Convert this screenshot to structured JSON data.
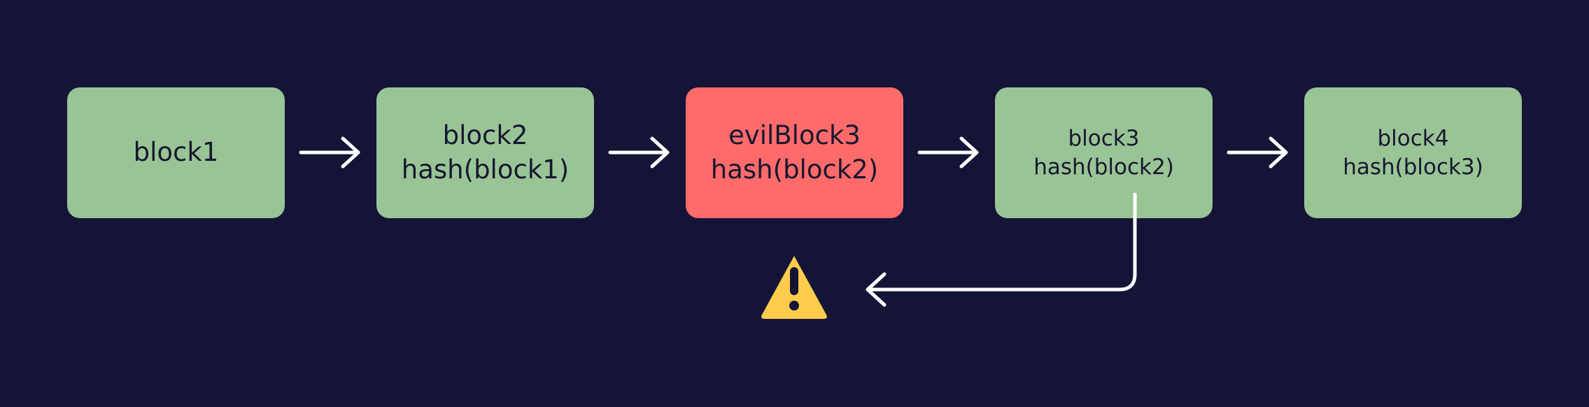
{
  "blocks": [
    {
      "id": "block1",
      "lines": [
        "block1",
        ""
      ],
      "status": "valid"
    },
    {
      "id": "block2",
      "lines": [
        "block2",
        "hash(block1)"
      ],
      "status": "valid"
    },
    {
      "id": "evil-block3",
      "lines": [
        "evilBlock3",
        "hash(block2)"
      ],
      "status": "tampered"
    },
    {
      "id": "block3",
      "lines": [
        "block3",
        "hash(block2)"
      ],
      "status": "valid"
    },
    {
      "id": "block4",
      "lines": [
        "block4",
        "hash(block3)"
      ],
      "status": "valid"
    }
  ],
  "colors": {
    "background": "#141436",
    "valid_block": "#99c496",
    "tampered_block": "#ff6b6b",
    "block_text": "#17172f",
    "arrow": "#ffffff",
    "warning": "#ffcc4d"
  },
  "icons": {
    "warning": "warning-icon"
  }
}
